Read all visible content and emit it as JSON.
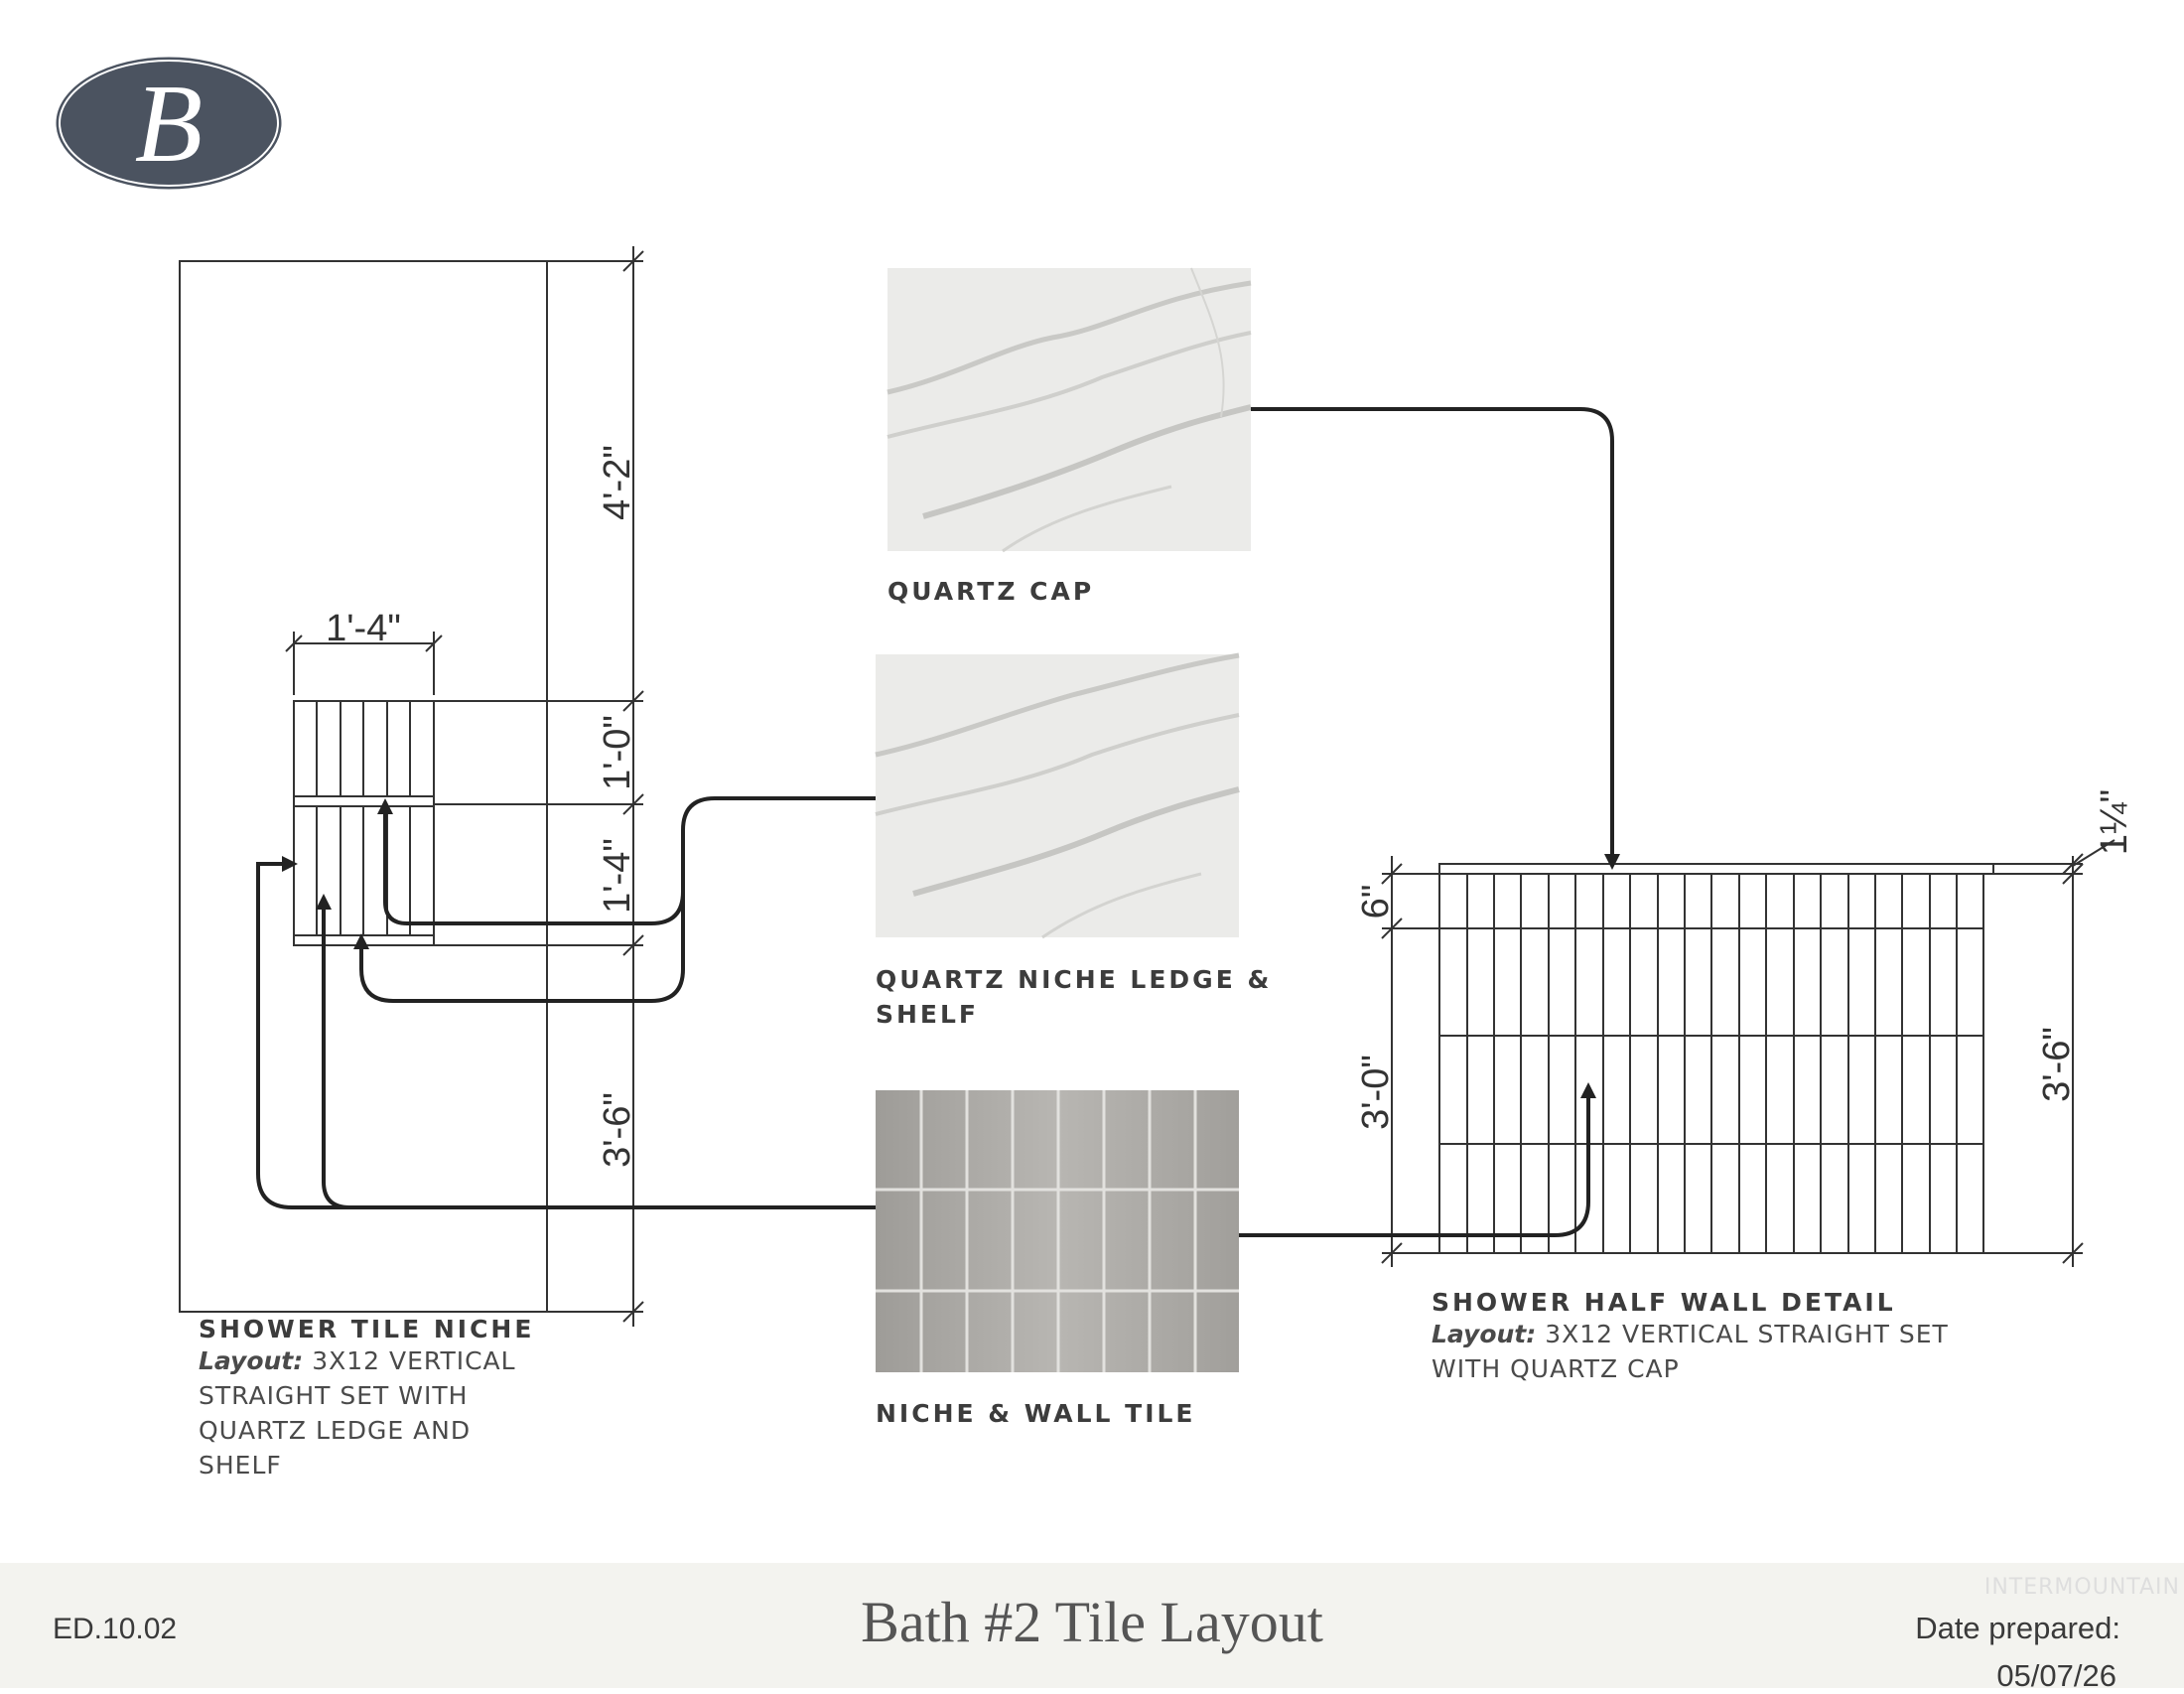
{
  "logo": {
    "letter": "B"
  },
  "dimensions": {
    "niche_width": "1'-4\"",
    "upper_height": "4'-2\"",
    "niche_upper": "1'-0\"",
    "niche_lower": "1'-4\"",
    "base_height": "3'-6\"",
    "half_wall_top": "6\"",
    "half_wall_lower": "3'-0\"",
    "half_wall_total": "3'-6\"",
    "cap_thickness": "1¼\""
  },
  "materials": {
    "quartz_cap": "QUARTZ CAP",
    "ledge_line1": "QUARTZ NICHE LEDGE &",
    "ledge_line2": "SHELF",
    "wall_tile": "NICHE & WALL TILE"
  },
  "niche_caption": {
    "title": "SHOWER TILE NICHE",
    "layout_label": "Layout:",
    "line1": "3X12 VERTICAL",
    "line2": "STRAIGHT SET WITH",
    "line3": "QUARTZ LEDGE AND",
    "line4": "SHELF"
  },
  "halfwall_caption": {
    "title": "SHOWER HALF WALL DETAIL",
    "layout_label": "Layout:",
    "line1": "3X12 VERTICAL STRAIGHT SET",
    "line2": "WITH QUARTZ CAP"
  },
  "footer": {
    "page_code": "ED.10.02",
    "title": "Bath #2 Tile Layout",
    "date_label": "Date prepared:",
    "date_value": "05/07/26",
    "watermark": "INTERMOUNTAIN"
  },
  "colors": {
    "logo_fill": "#4b5360",
    "line": "#222222",
    "footer_bg": "#f3f3ef",
    "quartz": "#ececea",
    "tile": "#a8a6a2"
  }
}
